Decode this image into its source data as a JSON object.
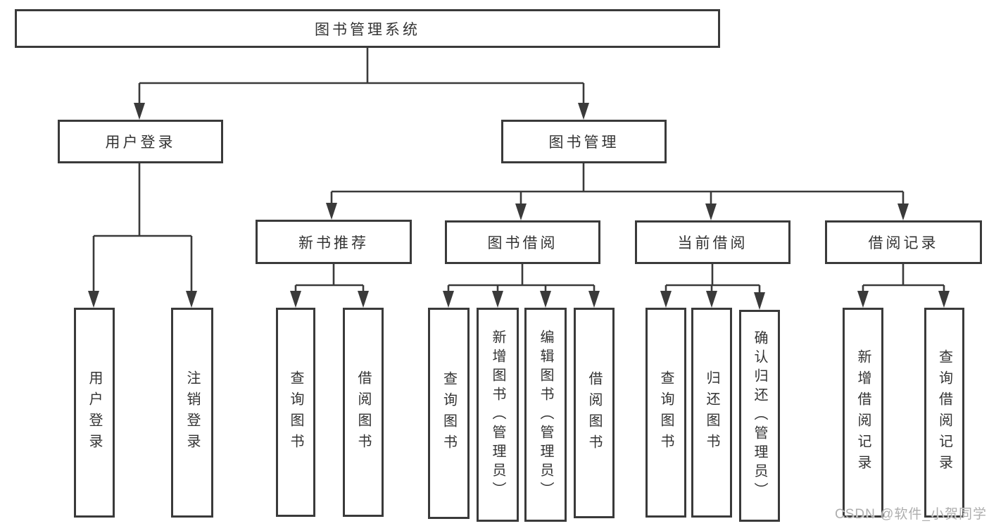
{
  "diagram": {
    "title": "图书管理系统",
    "nodes": {
      "root": "图书管理系统",
      "user_login": "用户登录",
      "book_mgmt": "图书管理",
      "new_book_rec": "新书推荐",
      "book_borrow": "图书借阅",
      "current_borrow": "当前借阅",
      "borrow_record": "借阅记录",
      "leaf_user_login": "用户登录",
      "leaf_logout": "注销登录",
      "leaf_nb_query": "查询图书",
      "leaf_nb_borrow": "借阅图书",
      "leaf_bb_query": "查询图书",
      "leaf_bb_add": "新增图书（管理员）",
      "leaf_bb_edit": "编辑图书（管理员）",
      "leaf_bb_borrow": "借阅图书",
      "leaf_cb_query": "查询图书",
      "leaf_cb_return": "归还图书",
      "leaf_cb_confirm": "确认归还（管理员）",
      "leaf_br_add": "新增借阅记录",
      "leaf_br_query": "查询借阅记录"
    },
    "structure": {
      "root": [
        "user_login",
        "book_mgmt"
      ],
      "user_login": [
        "leaf_user_login",
        "leaf_logout"
      ],
      "book_mgmt": [
        "new_book_rec",
        "book_borrow",
        "current_borrow",
        "borrow_record"
      ],
      "new_book_rec": [
        "leaf_nb_query",
        "leaf_nb_borrow"
      ],
      "book_borrow": [
        "leaf_bb_query",
        "leaf_bb_add",
        "leaf_bb_edit",
        "leaf_bb_borrow"
      ],
      "current_borrow": [
        "leaf_cb_query",
        "leaf_cb_return",
        "leaf_cb_confirm"
      ],
      "borrow_record": [
        "leaf_br_add",
        "leaf_br_query"
      ]
    }
  },
  "watermark": {
    "text": "CSDN @软件_小贺同学"
  },
  "colors": {
    "line": "#3a3a3a",
    "text": "#333333",
    "background": "#ffffff",
    "watermark": "#aeaeae"
  }
}
